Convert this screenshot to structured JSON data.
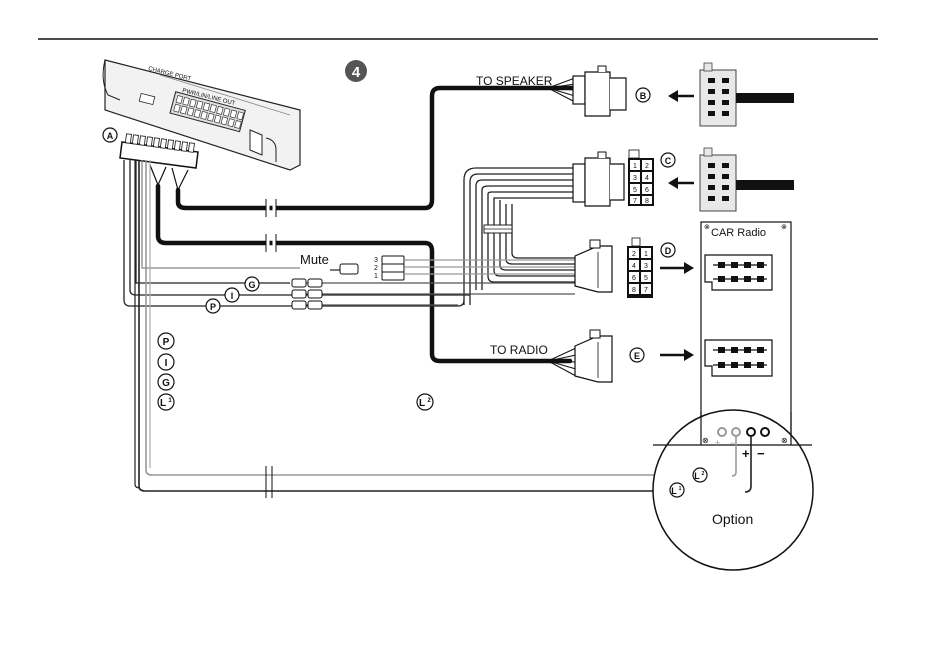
{
  "step_number": "4",
  "labels": {
    "to_speaker": "TO SPEAKER",
    "to_radio": "TO RADIO",
    "mute": "Mute",
    "car_radio": "CAR Radio",
    "option": "Option",
    "device_label_1": "CHARGE PORT",
    "device_label_2": "PWR/LIN/LINE OUT"
  },
  "markers": {
    "a": "A",
    "b": "B",
    "c": "C",
    "d": "D",
    "e": "E",
    "g": "G",
    "i": "I",
    "p": "P",
    "l1_base": "L",
    "l1_sup": "1",
    "l2_base": "L",
    "l2_sup": "2"
  },
  "legend": {
    "p": "P",
    "i": "I",
    "g": "G",
    "l1_base": "L",
    "l1_sup": "1",
    "l2_base": "L",
    "l2_sup": "2"
  },
  "mute_pins": [
    "3",
    "2",
    "1"
  ],
  "pin_grid_c": [
    "1",
    "2",
    "3",
    "4",
    "5",
    "6",
    "7",
    "8"
  ],
  "pin_grid_d": [
    "2",
    "1",
    "4",
    "3",
    "6",
    "5",
    "8",
    "7"
  ],
  "polarity": {
    "plus": "+",
    "minus": "−",
    "plus_small": "+",
    "minus_small": "−"
  }
}
